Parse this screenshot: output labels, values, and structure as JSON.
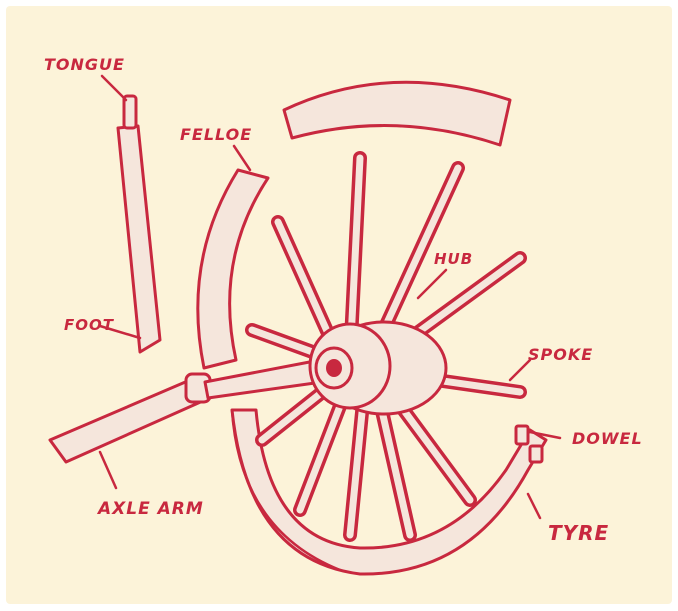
{
  "colors": {
    "background": "#fcf3d9",
    "ink": "#c8283f",
    "paper": "#f5e6dc"
  },
  "labels": {
    "tongue": "TONGUE",
    "felloe": "FELLOE",
    "hub": "HUB",
    "foot": "FOOT",
    "spoke": "SPOKE",
    "dowel": "DOWEL",
    "axle_arm": "AXLE ARM",
    "tyre": "TYRE"
  }
}
